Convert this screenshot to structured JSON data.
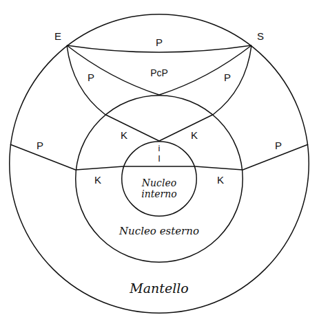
{
  "diagram": {
    "nodes": [
      {
        "text": [
          "Mantello"
        ]
      },
      {
        "text": [
          "Nucleo esterno"
        ],
        "in": 0
      },
      {
        "text": [
          "Nucleo interno"
        ],
        "in": 1
      }
    ],
    "labels": [
      "E",
      "S",
      "P",
      "PcP",
      "P",
      "P",
      "K",
      "K",
      "i",
      "P",
      "K",
      "I",
      "K",
      "P"
    ]
  }
}
